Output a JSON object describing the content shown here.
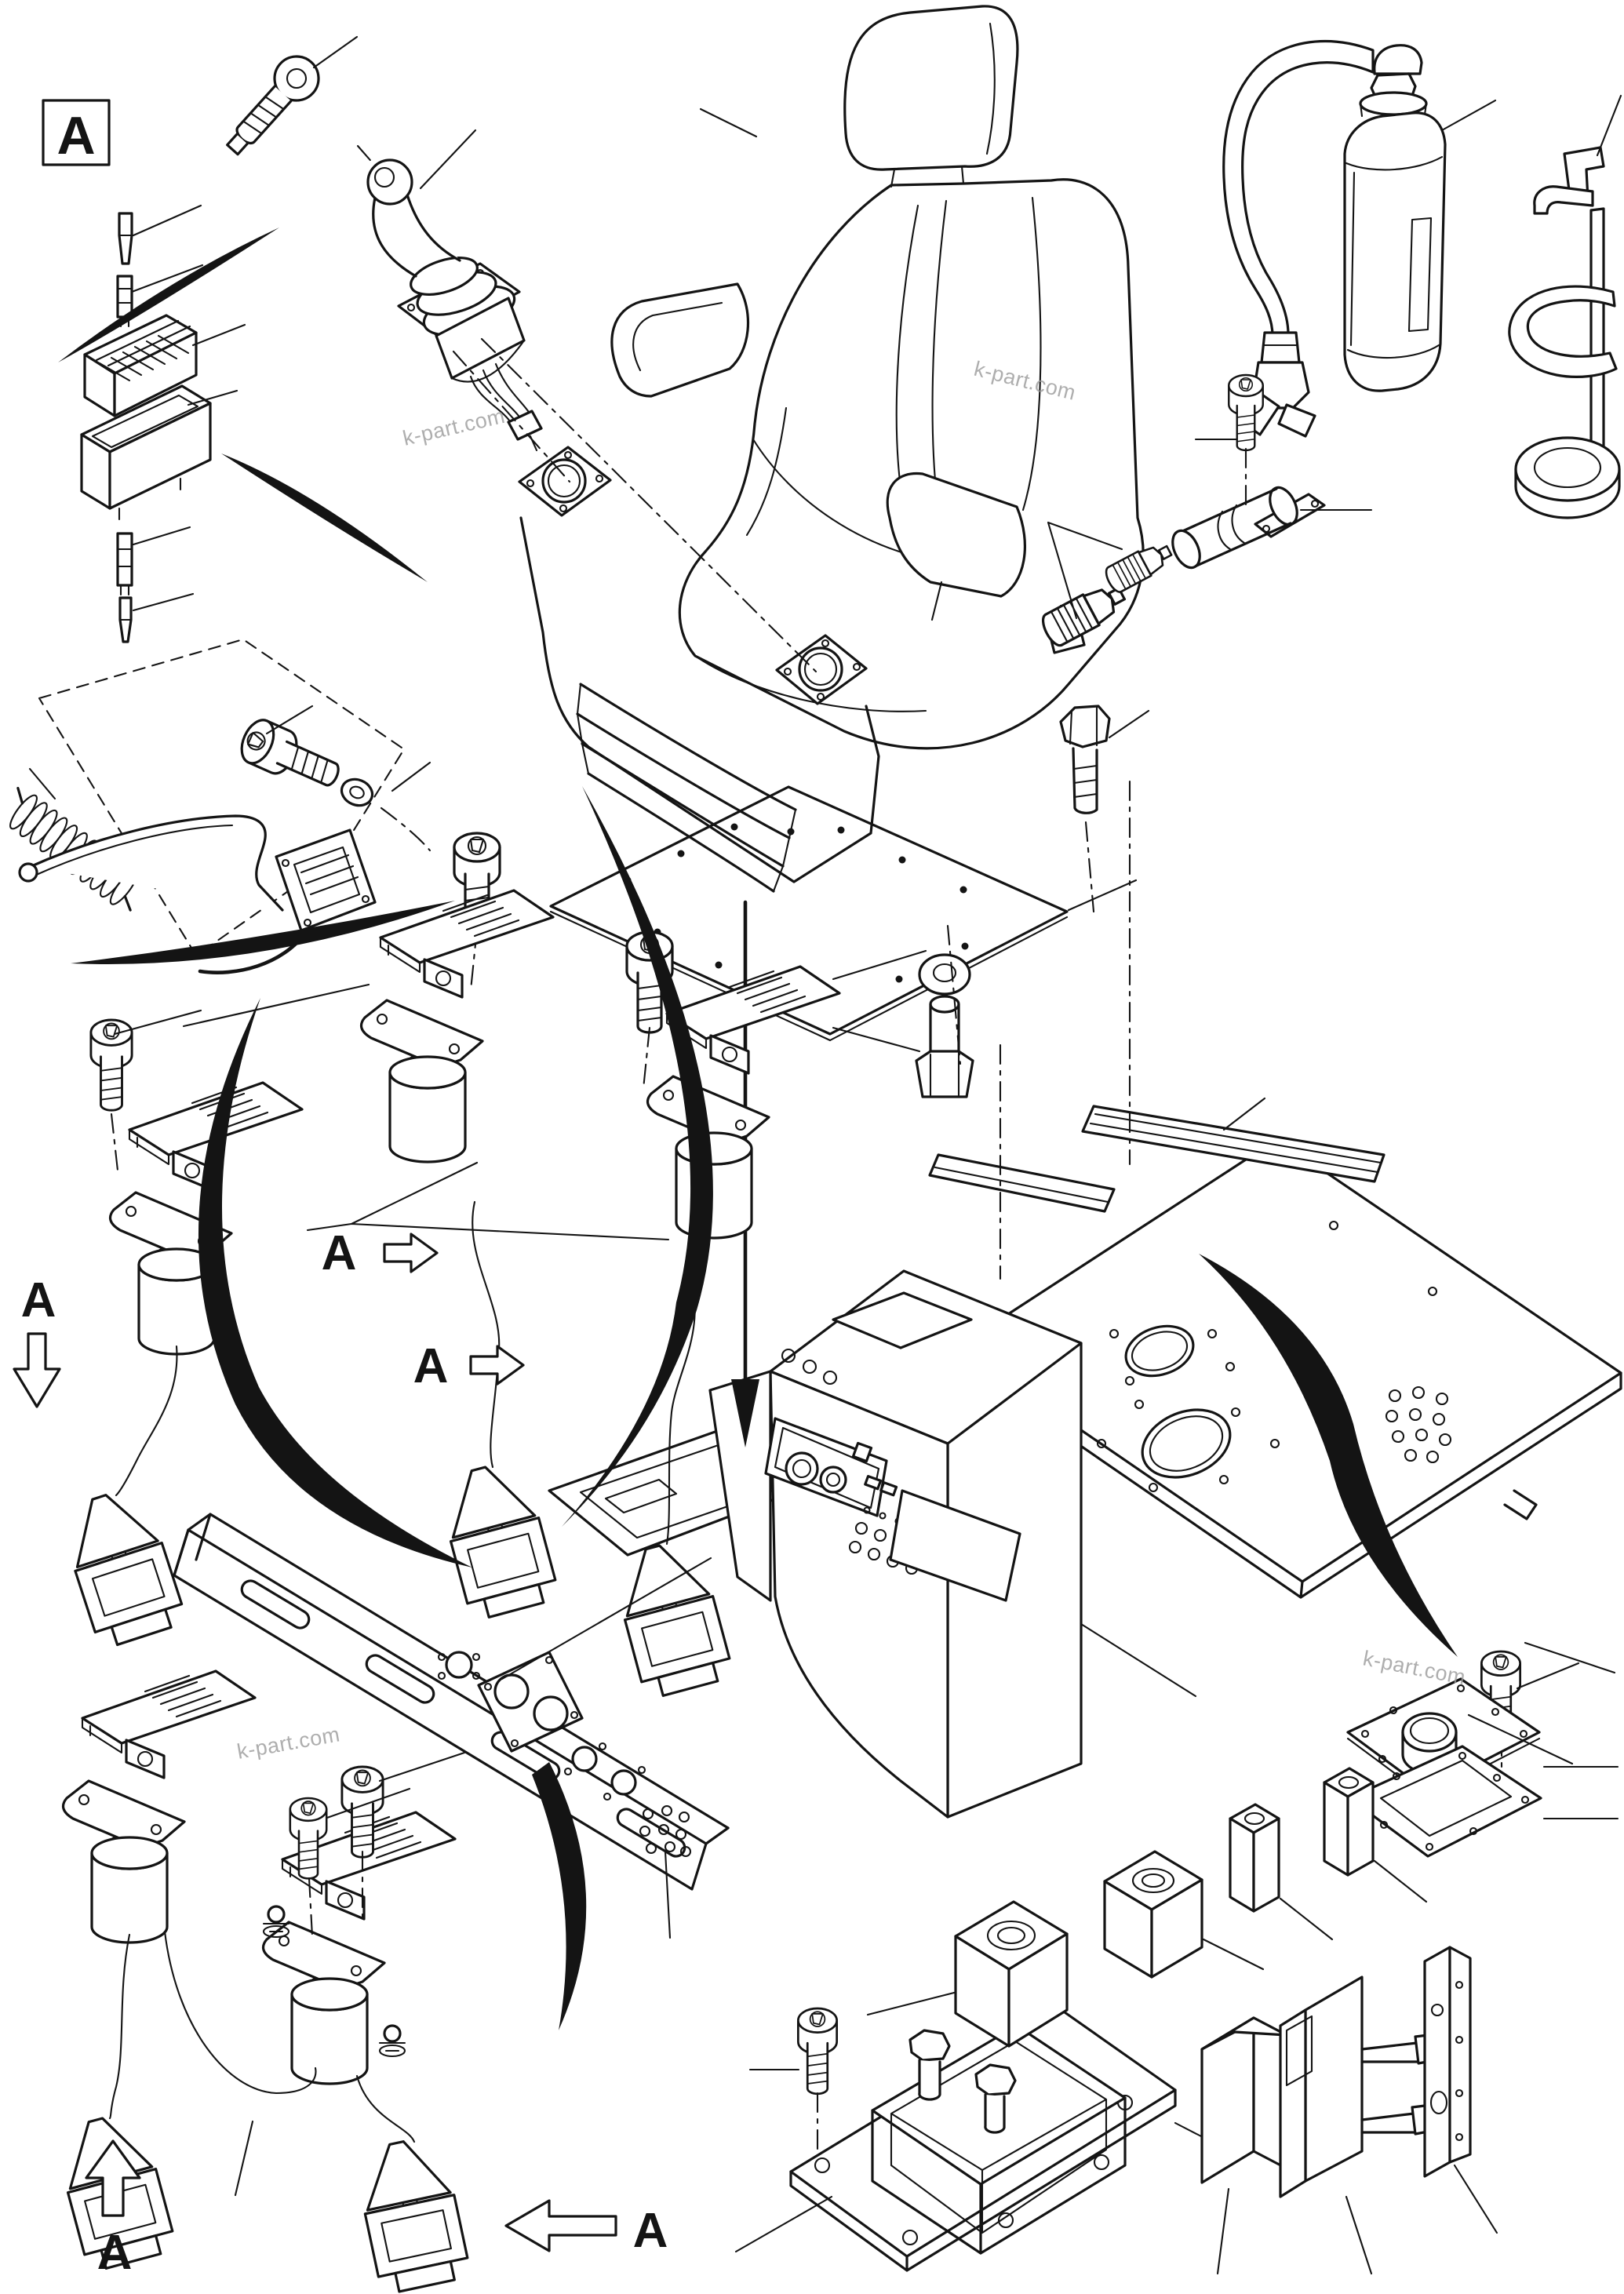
{
  "page": {
    "background": "#ffffff",
    "line_color": "#141414",
    "watermark_color": "#9a9a9a"
  },
  "view_label": {
    "text": "A"
  },
  "markers": {
    "boxed": {
      "label": "A"
    },
    "down": {
      "label": "A"
    },
    "right1": {
      "label": "A"
    },
    "right2": {
      "label": "A"
    },
    "up": {
      "label": "A"
    },
    "left": {
      "label": "A"
    }
  },
  "watermarks": {
    "w1": {
      "text": "k-part.com"
    },
    "w2": {
      "text": "k-part.com"
    },
    "w3": {
      "text": "k-part.com"
    },
    "w4": {
      "text": "k-part.com"
    }
  }
}
